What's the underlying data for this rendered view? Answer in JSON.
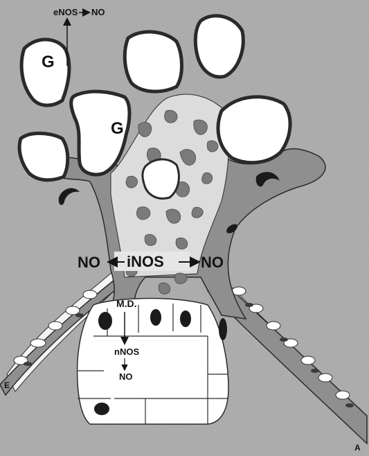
{
  "labels": {
    "enos": "eNOS",
    "no": "NO",
    "g": "G",
    "inos": "iNOS",
    "md": "M.D.",
    "nnos": "nNOS",
    "e": "E",
    "a": "A"
  },
  "colors": {
    "background": "#a9a9a9",
    "tissue_gray": "#8f8f8f",
    "mesangium_light": "#dcdcdc",
    "mesangial_patches": "#7b7b7b",
    "outline": "#2a2a2a",
    "lumen": "#ffffff",
    "nucleus": "#1b1b1b"
  },
  "icons": [
    "arrow-up-icon",
    "arrow-right-icon",
    "arrow-left-icon",
    "arrow-down-icon"
  ]
}
